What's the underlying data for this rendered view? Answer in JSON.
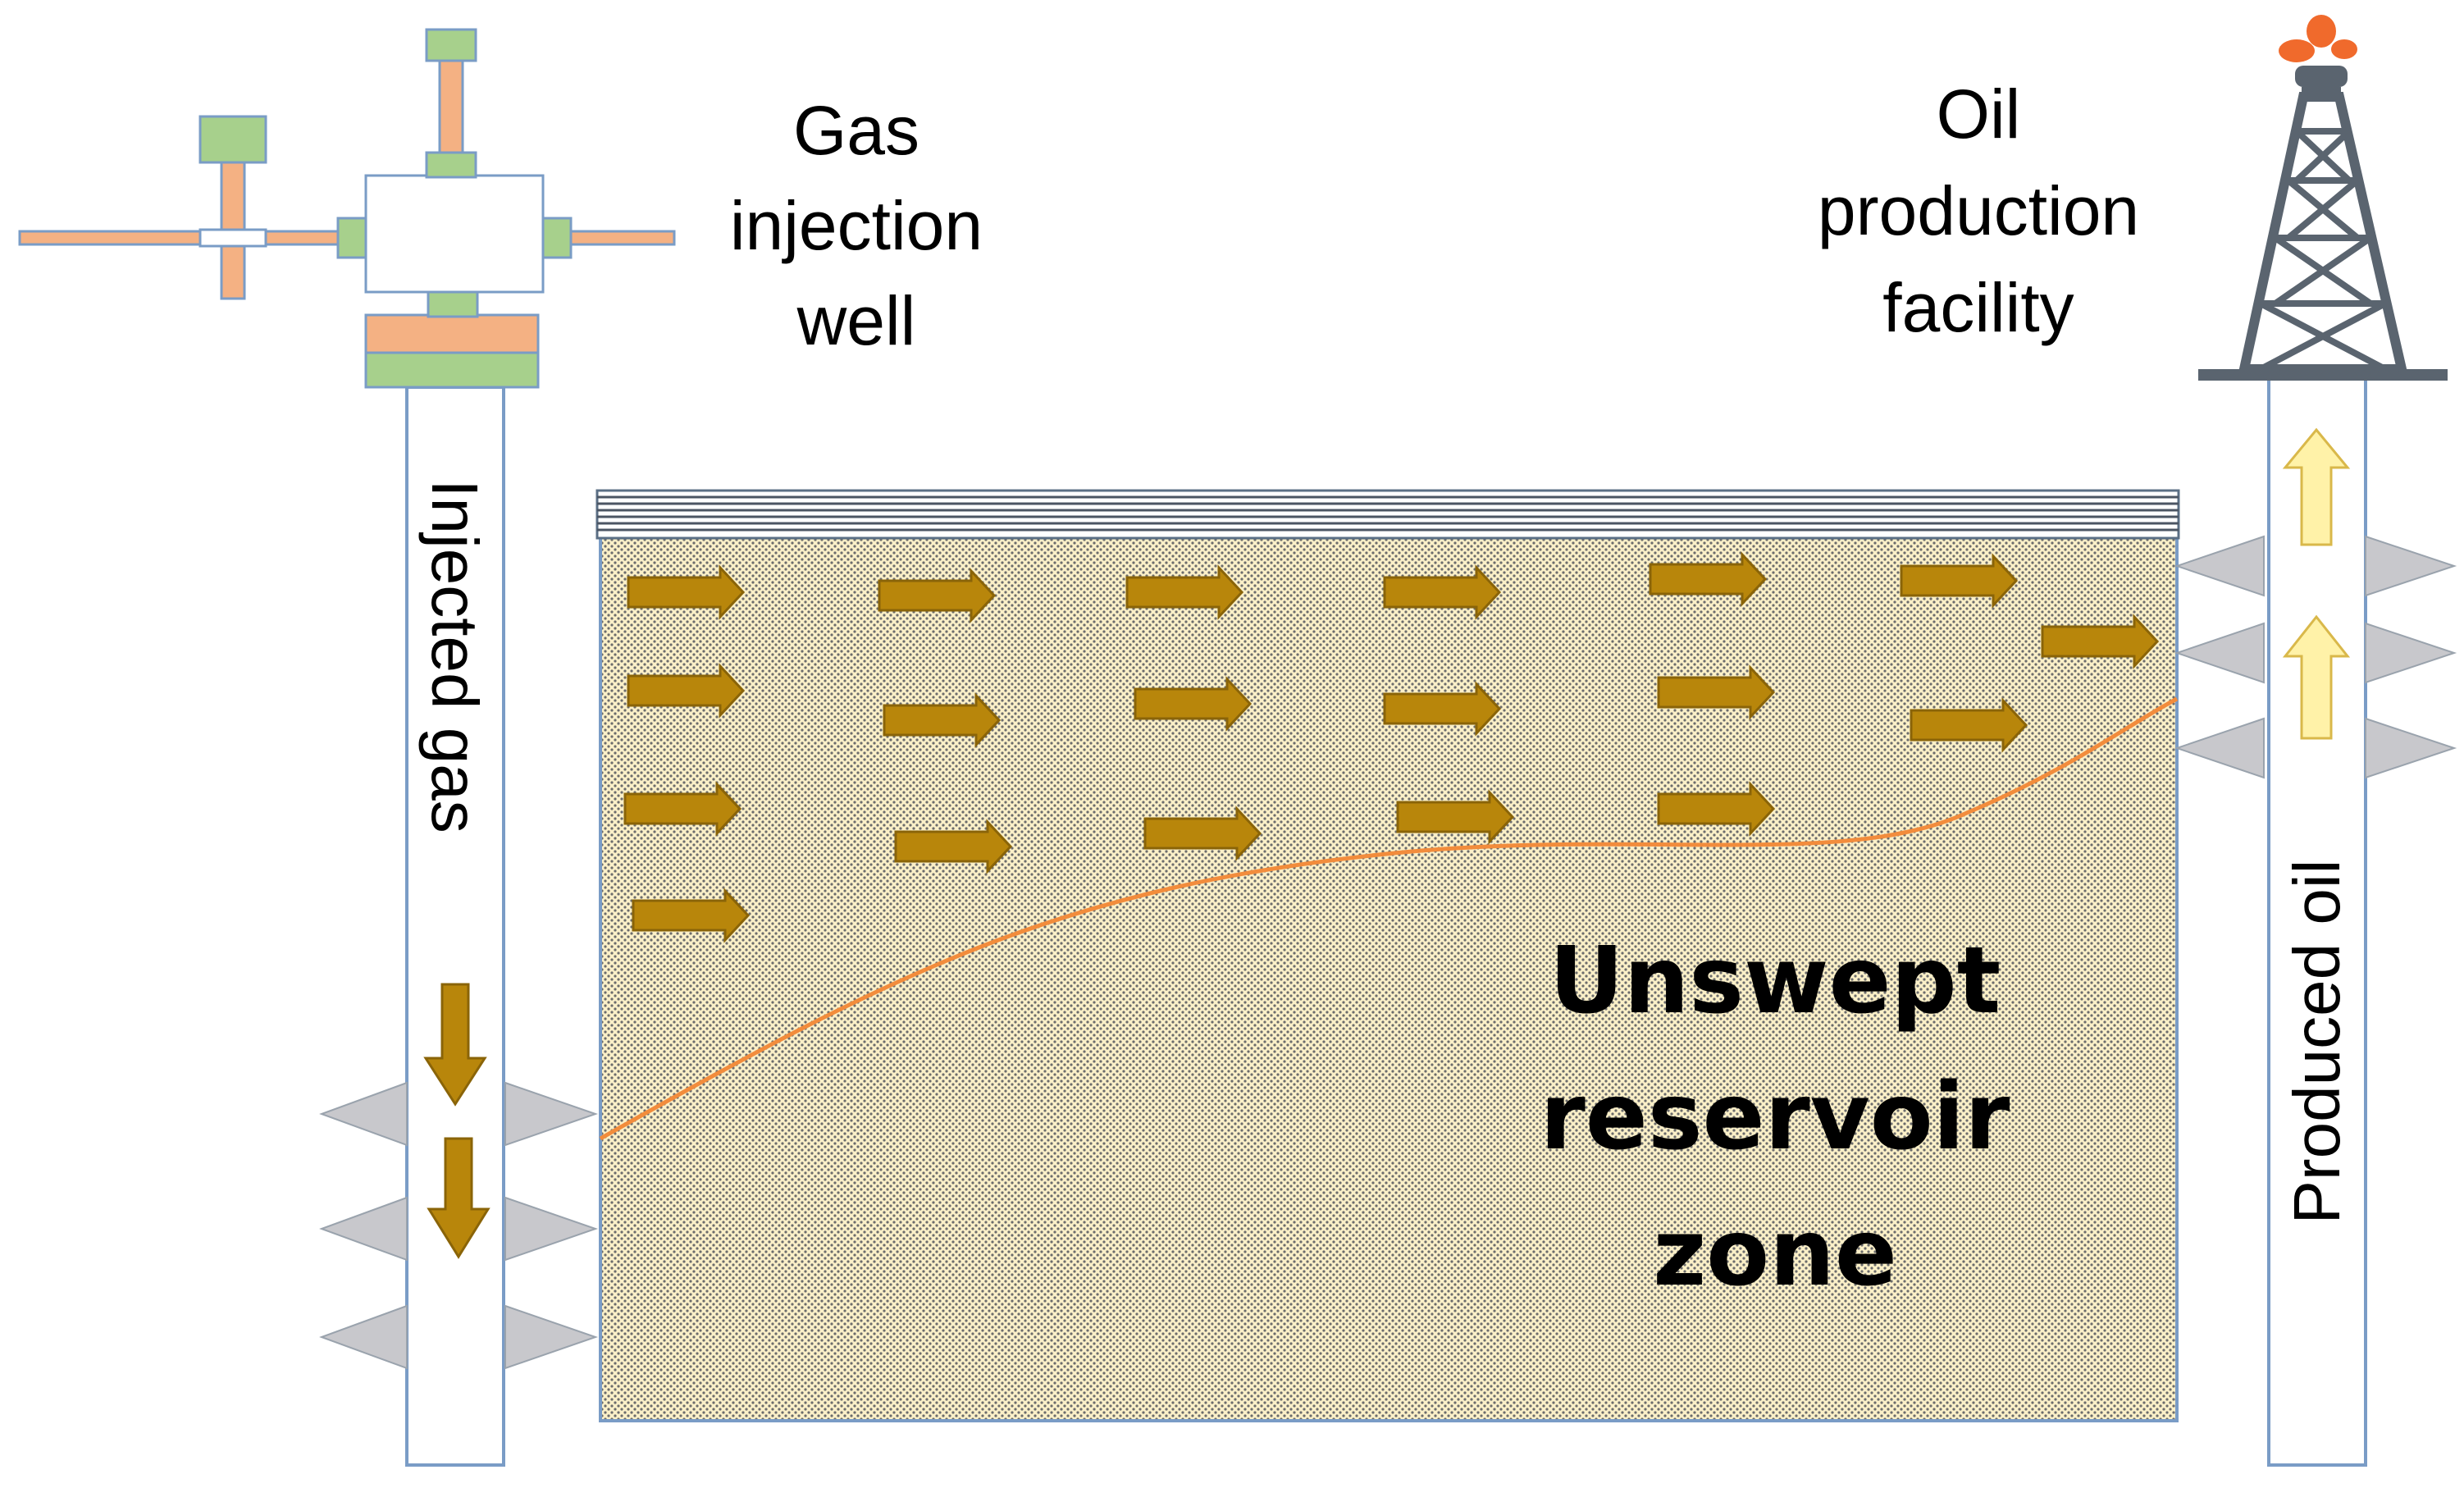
{
  "labels": {
    "gas_injection_well": [
      "Gas",
      "injection",
      "well"
    ],
    "oil_production_facility": [
      "Oil",
      "production",
      "facility"
    ],
    "injected_gas": "Injected gas",
    "produced_oil": "Produced oil",
    "unswept_zone": [
      "Unswept",
      "reservoir",
      "zone"
    ]
  },
  "icons": {
    "injection_wellhead": "christmas-tree-wellhead-icon",
    "production_rig": "oil-derrick-icon",
    "perforation": "perforation-triangle-icon",
    "flow_arrow": "flow-arrow-icon"
  },
  "colors": {
    "well_border": "#7a9cc6",
    "reservoir_fill": "#fbf0c8",
    "reservoir_dots": "#6b6b6b",
    "flow_arrow": "#b8860b",
    "sweep_front": "#f28c3c",
    "produced_arrow": "#fff2a8",
    "perforation": "#c8c8cc",
    "wellhead_green": "#a7d08c",
    "wellhead_orange": "#f4b183",
    "derrick": "#5a646f",
    "flame": "#f06a2c"
  }
}
